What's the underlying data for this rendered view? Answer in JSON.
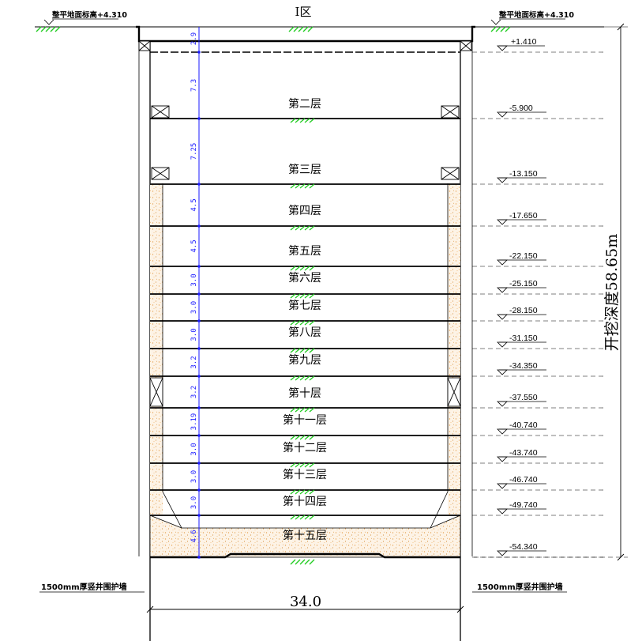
{
  "title": "I区",
  "ground_left": "整平地面标高+4.310",
  "ground_right": "整平地面标高+4.310",
  "top_elevation": "+1.410",
  "floors": [
    {
      "label": "第二层",
      "elev": "-5.900",
      "dim": "7.3"
    },
    {
      "label": "第三层",
      "elev": "-13.150",
      "dim": "7.25"
    },
    {
      "label": "第四层",
      "elev": "-17.650",
      "dim": "4.5"
    },
    {
      "label": "第五层",
      "elev": "-22.150",
      "dim": "4.5"
    },
    {
      "label": "第六层",
      "elev": "-25.150",
      "dim": "3.0"
    },
    {
      "label": "第七层",
      "elev": "-28.150",
      "dim": "3.0"
    },
    {
      "label": "第八层",
      "elev": "-31.150",
      "dim": "3.0"
    },
    {
      "label": "第九层",
      "elev": "-34.350",
      "dim": "3.2"
    },
    {
      "label": "第十层",
      "elev": "-37.550",
      "dim": "3.2"
    },
    {
      "label": "第十一层",
      "elev": "-40.740",
      "dim": "3.19"
    },
    {
      "label": "第十二层",
      "elev": "-43.740",
      "dim": "3.0"
    },
    {
      "label": "第十三层",
      "elev": "-46.740",
      "dim": "3.0"
    },
    {
      "label": "第十四层",
      "elev": "-49.740",
      "dim": "3.0"
    },
    {
      "label": "第十五层",
      "elev": "-54.340",
      "dim": "4.6"
    }
  ],
  "top_dim": "2.9",
  "depth_label": "开挖深度58.65m",
  "wall_left": "1500mm厚竖井围护墙",
  "wall_right": "1500mm厚竖井围护墙",
  "width_label": "34.0",
  "colors": {
    "line": "#000000",
    "dim": "#1a1aff",
    "ground": "#22cc22",
    "fill": "#f5c88a"
  }
}
